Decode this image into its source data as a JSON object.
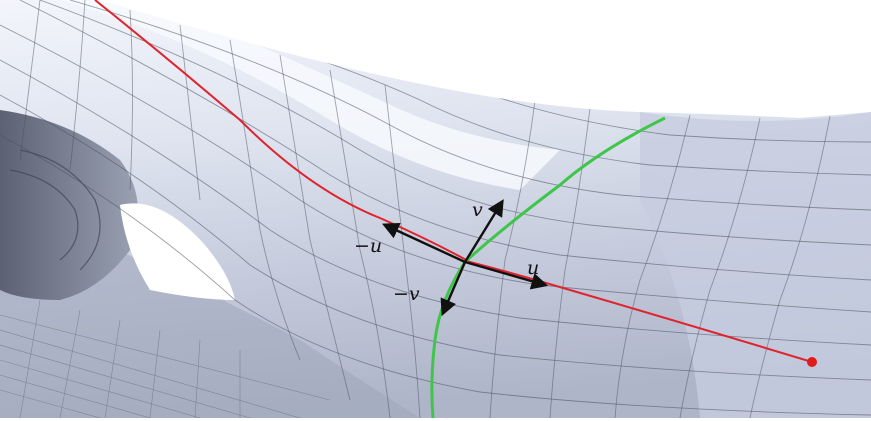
{
  "figure": {
    "labels": {
      "u_pos": "u",
      "u_neg": "−u",
      "v_pos": "v",
      "v_neg": "−v"
    },
    "colors": {
      "background": "#ffffff",
      "surface_light": "#eef1f9",
      "surface_mid": "#c9cfdf",
      "surface_dark": "#7f8698",
      "mesh_edge": "#4a505f",
      "u_curve": "#e0242e",
      "v_curve": "#3fc64a",
      "arrow": "#111111",
      "endpoint": "#e01b1b"
    }
  }
}
